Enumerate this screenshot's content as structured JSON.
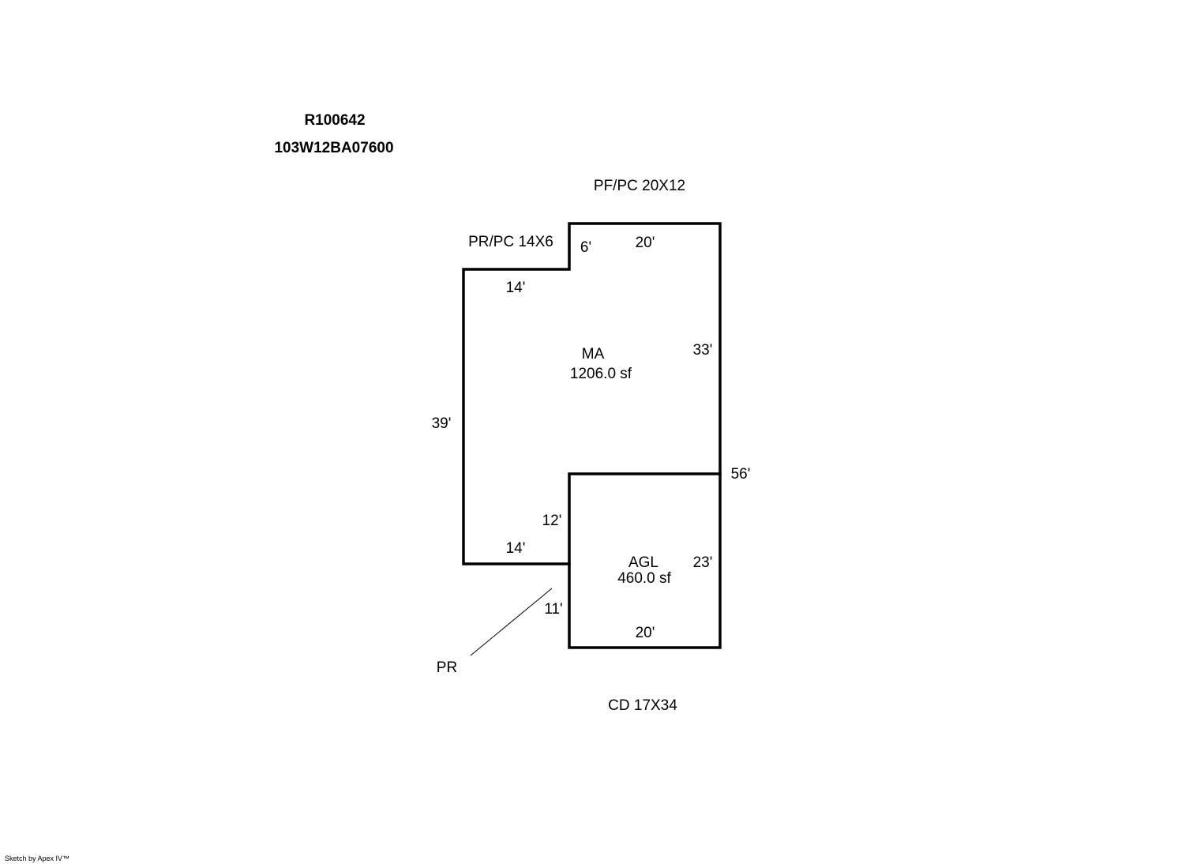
{
  "header": {
    "account_id": "R100642",
    "map_tax_lot": "103W12BA07600"
  },
  "areas": {
    "main": {
      "code": "MA",
      "area": "1206.0 sf"
    },
    "garage": {
      "code": "AGL",
      "area": "460.0 sf"
    }
  },
  "features": {
    "front_porch": "PF/PC 20X12",
    "rear_porch": "PR/PC 14X6",
    "deck": "CD 17X34",
    "patio": "PR"
  },
  "dimensions": {
    "top_step": "6'",
    "top_width": "20'",
    "upper_left": "14'",
    "right_main": "33'",
    "left_side": "39'",
    "right_total": "56'",
    "garage_inner": "12'",
    "lower_left": "14'",
    "garage_right": "23'",
    "garage_left": "11'",
    "garage_bottom": "20'"
  },
  "footer": {
    "credit": "Sketch by Apex IV™"
  }
}
